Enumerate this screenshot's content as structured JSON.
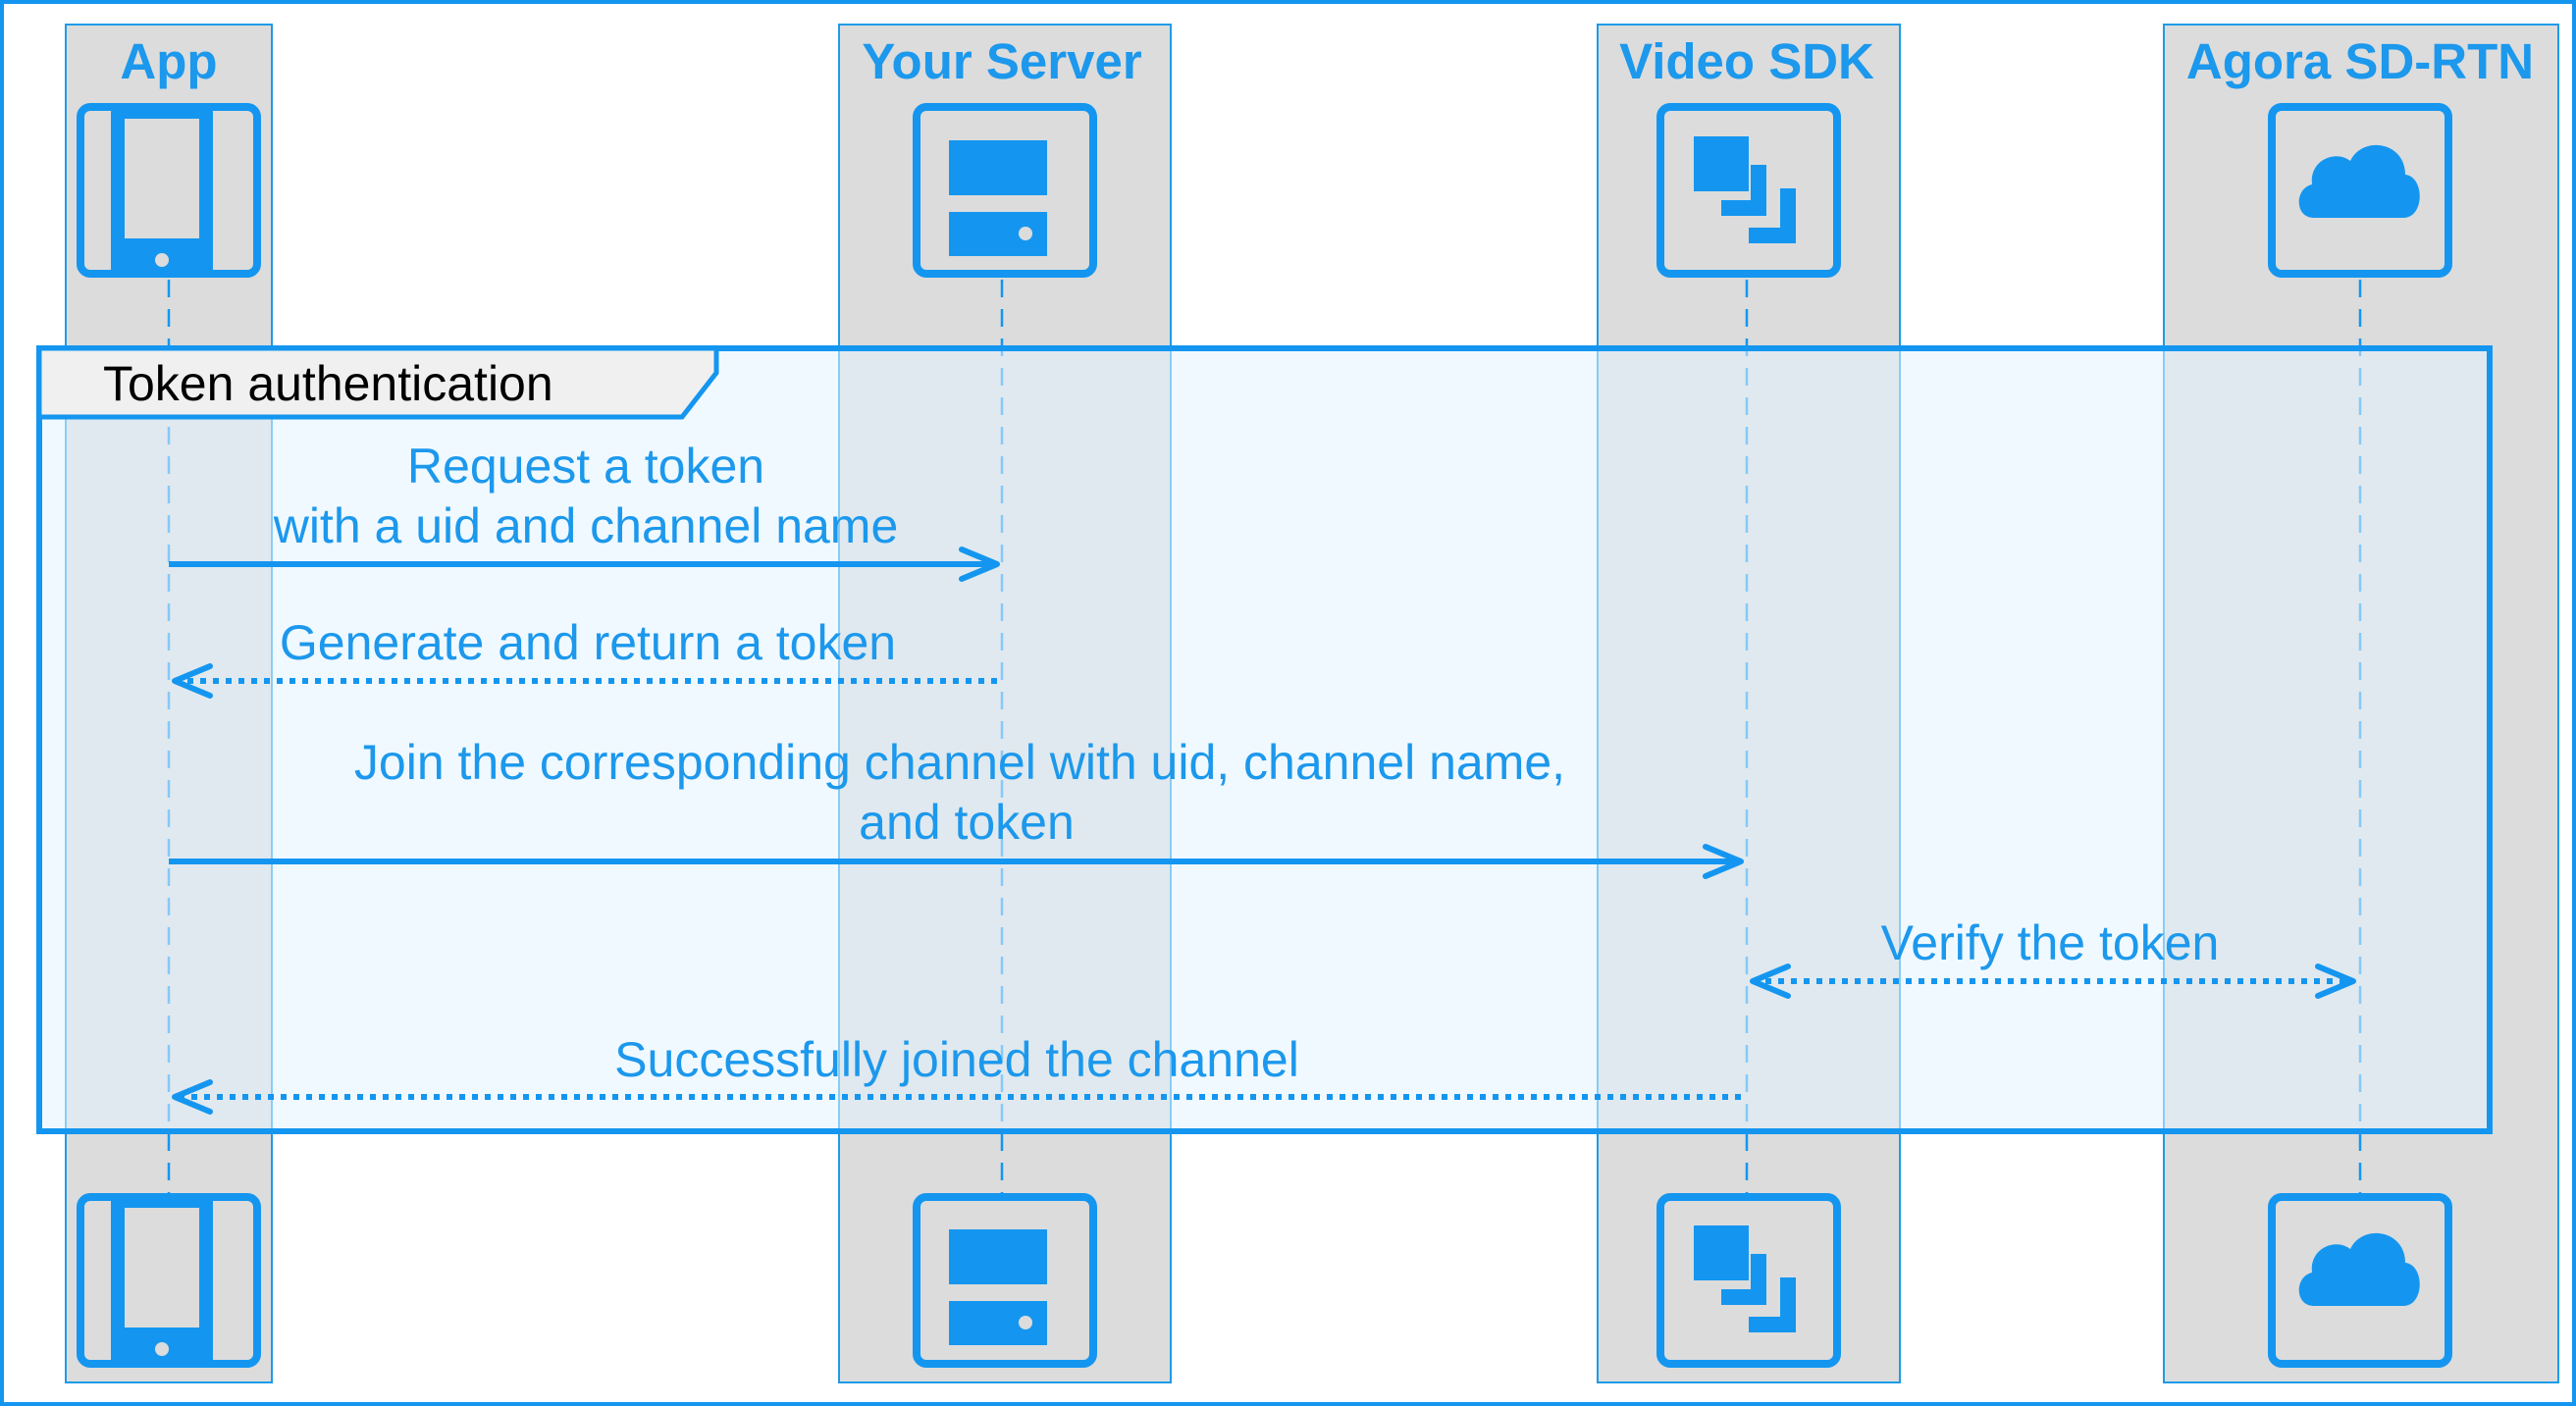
{
  "participants": [
    {
      "id": "app",
      "label": "App",
      "icon": "tablet-icon"
    },
    {
      "id": "server",
      "label": "Your Server",
      "icon": "server-icon"
    },
    {
      "id": "sdk",
      "label": "Video SDK",
      "icon": "layers-icon"
    },
    {
      "id": "rtn",
      "label": "Agora SD-RTN",
      "icon": "cloud-icon"
    }
  ],
  "fragment": {
    "label": "Token authentication"
  },
  "messages": [
    {
      "from": "app",
      "to": "server",
      "style": "solid",
      "lines": [
        "Request a token",
        "with a uid and channel name"
      ]
    },
    {
      "from": "server",
      "to": "app",
      "style": "dotted",
      "lines": [
        "Generate and return a token"
      ]
    },
    {
      "from": "app",
      "to": "sdk",
      "style": "solid",
      "lines": [
        "Join the corresponding channel with uid, channel name,",
        "and token"
      ]
    },
    {
      "from": "sdk",
      "to": "rtn",
      "style": "dotted-bidirectional",
      "lines": [
        "Verify the token"
      ]
    },
    {
      "from": "sdk",
      "to": "app",
      "style": "dotted",
      "lines": [
        "Successfully joined the channel"
      ]
    }
  ],
  "colors": {
    "accent": "#1496f0",
    "text_accent": "#1c98ec",
    "lane": "#dcdcdc",
    "fragment_tab": "#f0f0f0"
  }
}
